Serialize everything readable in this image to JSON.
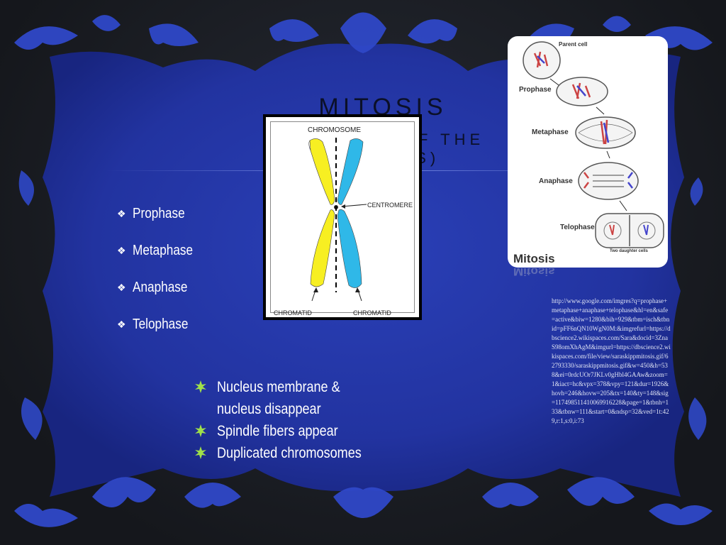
{
  "slide": {
    "title": "MITOSIS",
    "subtitle": "(DIVISION OF THE NUCLEUS)",
    "phases": [
      {
        "label": "Prophase"
      },
      {
        "label": "Metaphase"
      },
      {
        "label": "Anaphase"
      },
      {
        "label": "Telophase"
      }
    ],
    "details": [
      {
        "label": "Nucleus membrane & nucleus disappear"
      },
      {
        "label": "Spindle fibers appear"
      },
      {
        "label": "Duplicated chromosomes"
      }
    ]
  },
  "chromosome_diagram": {
    "label_chromosome": "CHROMOSOME",
    "label_centromere": "CENTROMERE",
    "label_chromatid_left": "CHROMATID",
    "label_chromatid_right": "CHROMATID",
    "colors": {
      "left": "#f7ef22",
      "right": "#2fb8e8"
    }
  },
  "mitosis_card": {
    "parent_cell": "Parent cell",
    "prophase": "Prophase",
    "metaphase": "Metaphase",
    "anaphase": "Anaphase",
    "telophase": "Telophase",
    "two_daughter_cells": "Two daughter cells",
    "caption": "Mitosis"
  },
  "source_url": "http://www.google.com/imgres?q=prophase+metaphase+anaphase+telophase&hl=en&safe=active&biw=1280&bih=929&tbm=isch&tbnid=pFF6nQN10WgN0M:&imgrefurl=https://dbscience2.wikispaces.com/Sara&docid=3ZnaS98omXhAgM&imgurl=https://dbscience2.wikispaces.com/file/view/saraskippmitosis.gif/62793330/saraskippmitosis.gif&w=450&h=538&ei=0rdcUOr7JKLv0gHbl4GAAw&zoom=1&iact=hc&vpx=378&vpy=121&dur=1926&hovh=246&hovw=205&tx=140&ty=148&sig=117498511410069916228&page=1&tbnh=133&tbnw=111&start=0&ndsp=32&ved=1t:429,r:1,s:0,i:73",
  "colors": {
    "panel": "#2436a6",
    "frame_dark": "#161a24"
  }
}
